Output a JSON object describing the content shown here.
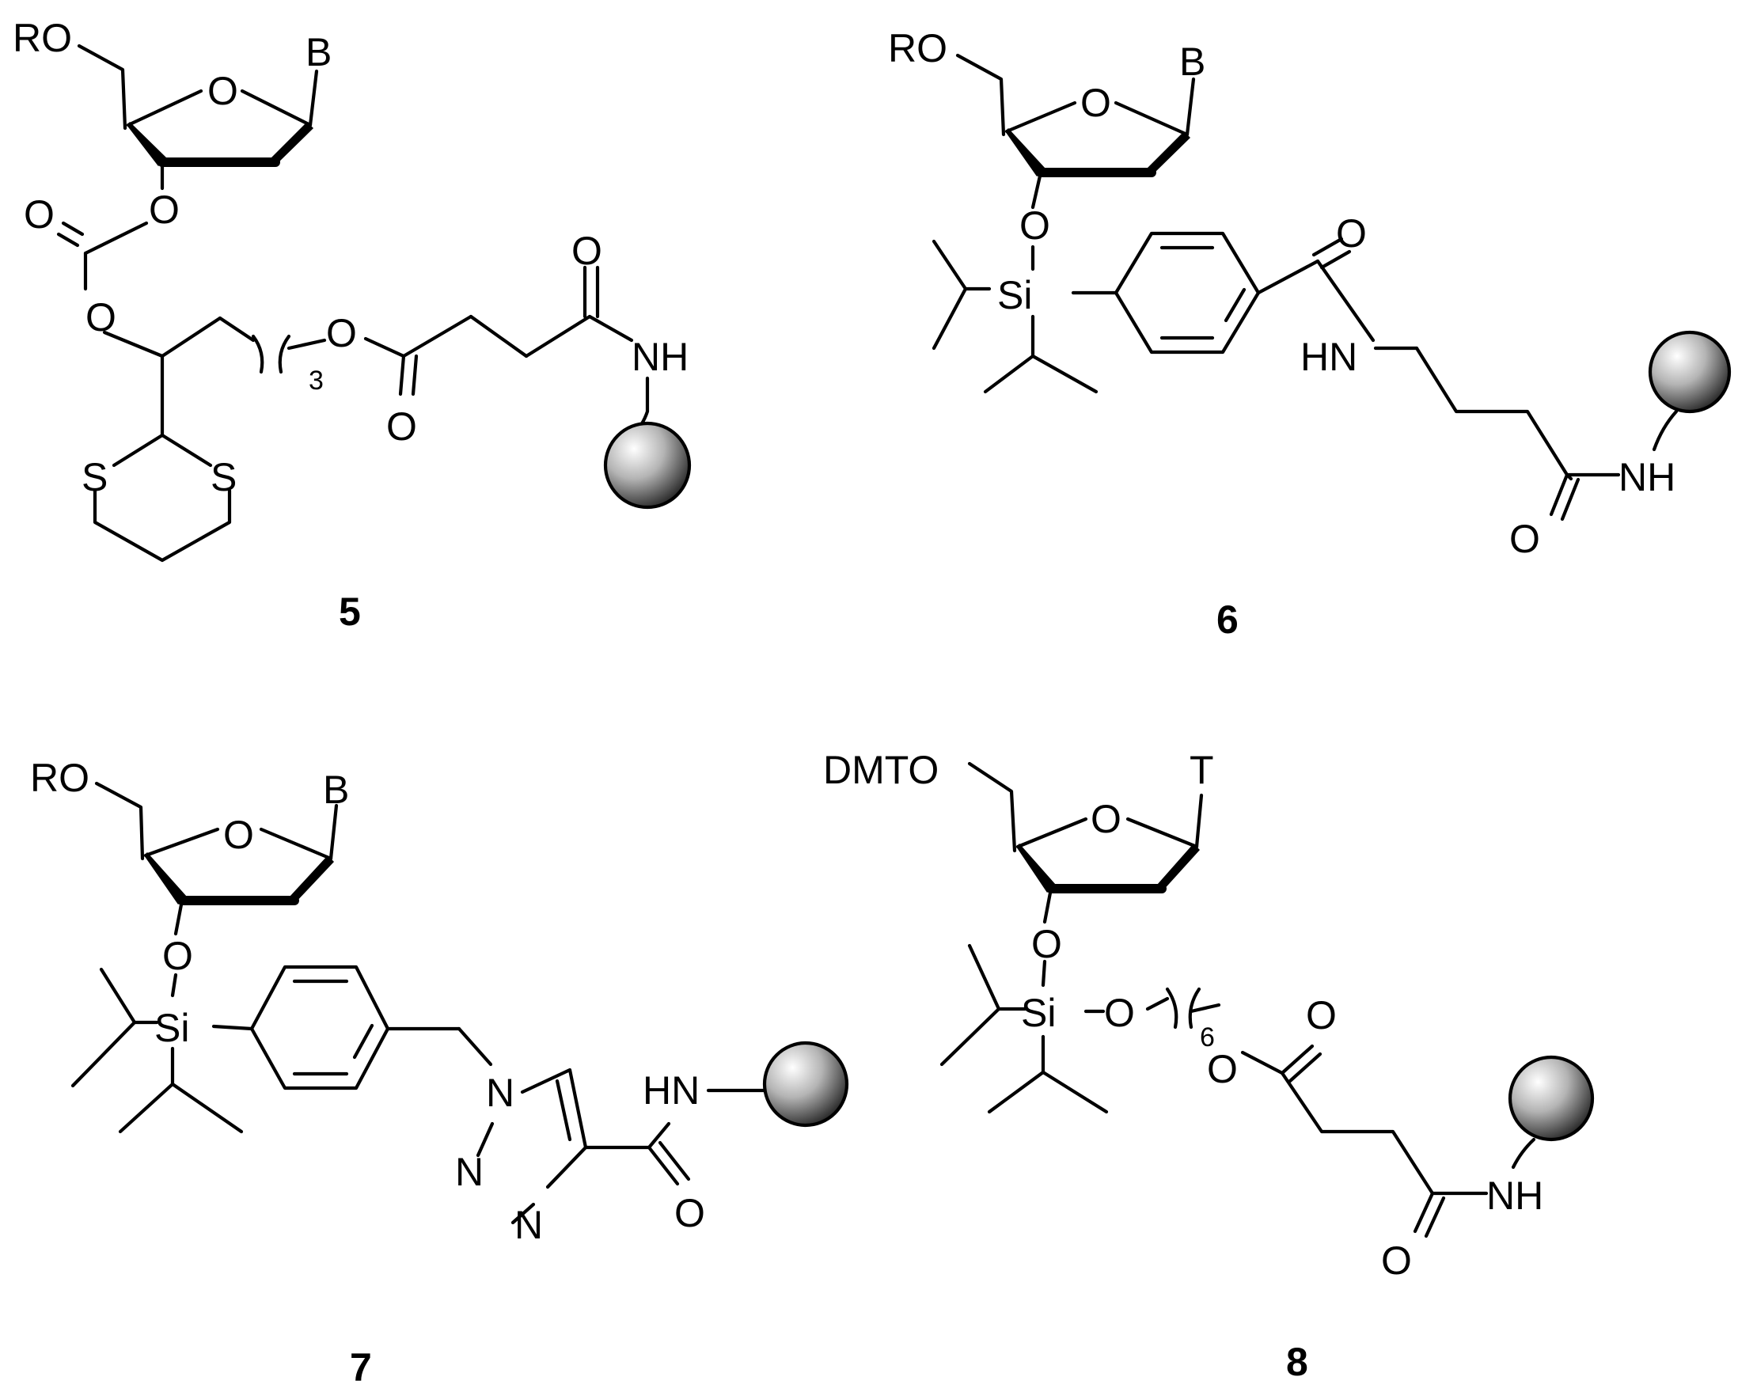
{
  "figure": {
    "compounds": [
      {
        "label": "5",
        "atoms": {
          "ro": "RO",
          "ring_o": "O",
          "base": "B",
          "o3": "O",
          "carbonyl_o": "O",
          "o_ester": "O",
          "s_left": "S",
          "s_right": "S",
          "repeat_n": "3",
          "o_chain": "O",
          "o_succ": "O",
          "o_amide": "O",
          "nh": "NH"
        }
      },
      {
        "label": "6",
        "atoms": {
          "ro": "RO",
          "ring_o": "O",
          "base": "B",
          "o3": "O",
          "si": "Si",
          "o_amide1": "O",
          "hn": "HN",
          "o_amide2": "O",
          "nh": "NH"
        }
      },
      {
        "label": "7",
        "atoms": {
          "ro": "RO",
          "ring_o": "O",
          "base": "B",
          "o3": "O",
          "si": "Si",
          "n1": "N",
          "n2": "N",
          "n3": "N",
          "hn": "HN",
          "o_amide": "O"
        }
      },
      {
        "label": "8",
        "atoms": {
          "dmto": "DMTO",
          "ring_o": "O",
          "base": "T",
          "o3": "O",
          "si": "Si",
          "o_si": "O",
          "repeat_n": "6",
          "o_chain": "O",
          "o_ester": "O",
          "nh": "NH",
          "o_amide": "O"
        }
      }
    ]
  }
}
